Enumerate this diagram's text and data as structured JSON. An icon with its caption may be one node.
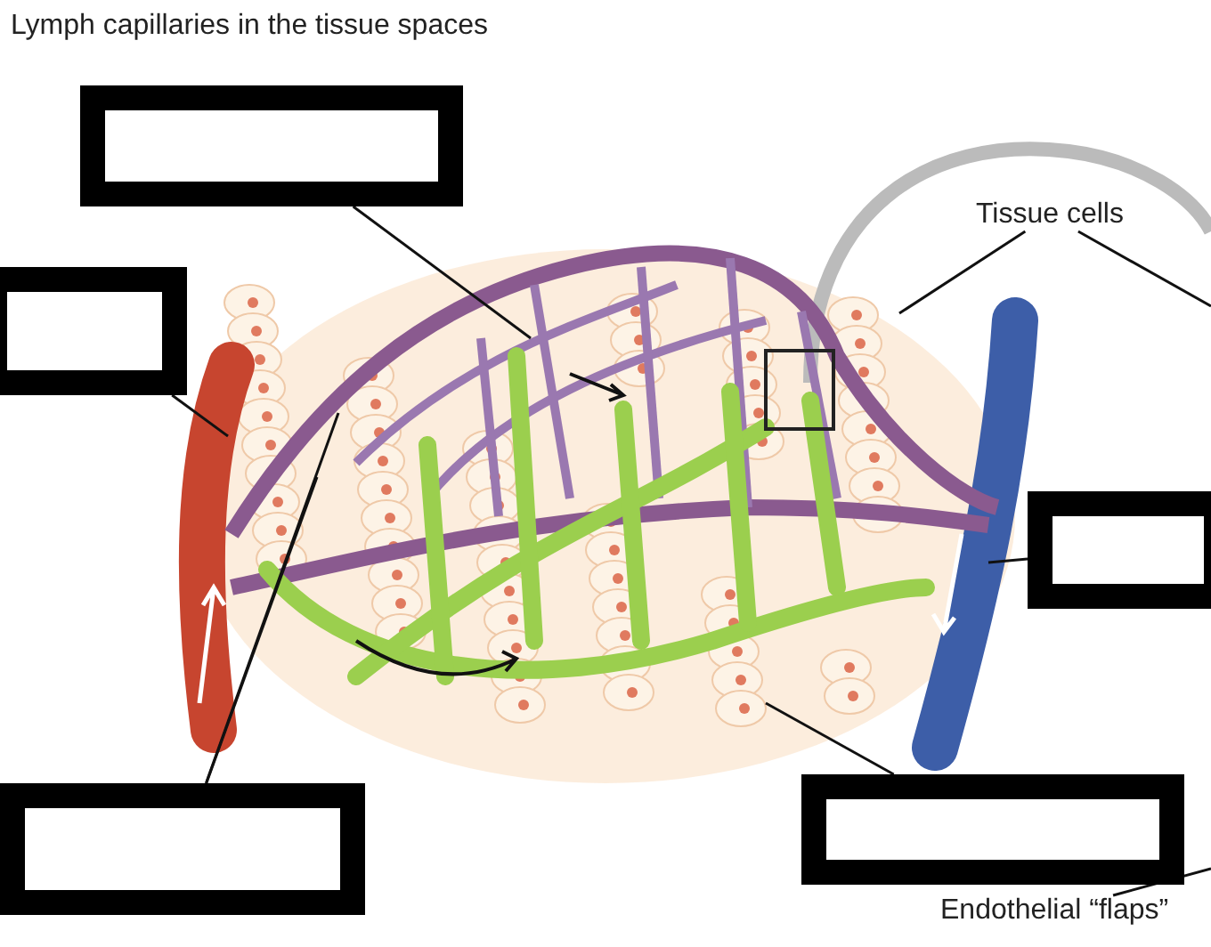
{
  "diagram": {
    "title": "Lymph capillaries in the tissue spaces",
    "nodes": [
      {
        "text": [],
        "shape": "box"
      },
      {
        "text": [],
        "shape": "box"
      },
      {
        "text": [],
        "shape": "box"
      },
      {
        "text": [],
        "shape": "box"
      },
      {
        "text": [],
        "shape": "box"
      },
      {
        "text": [
          "Tissue cells"
        ]
      },
      {
        "text": [
          "Endothelial “flaps”"
        ]
      }
    ],
    "edges": [
      {
        "from": 0,
        "to": null,
        "arrow": "none"
      },
      {
        "from": 1,
        "to": null,
        "arrow": "none"
      },
      {
        "from": 2,
        "to": null,
        "arrow": "none"
      },
      {
        "from": 3,
        "to": null,
        "arrow": "none"
      },
      {
        "from": 3,
        "to": null,
        "arrow": "none"
      },
      {
        "from": 4,
        "to": null,
        "arrow": "none"
      },
      {
        "from": 5,
        "to": null,
        "arrow": "none"
      },
      {
        "from": 5,
        "to": null,
        "arrow": "none"
      },
      {
        "from": 6,
        "to": null,
        "arrow": "none"
      }
    ]
  }
}
